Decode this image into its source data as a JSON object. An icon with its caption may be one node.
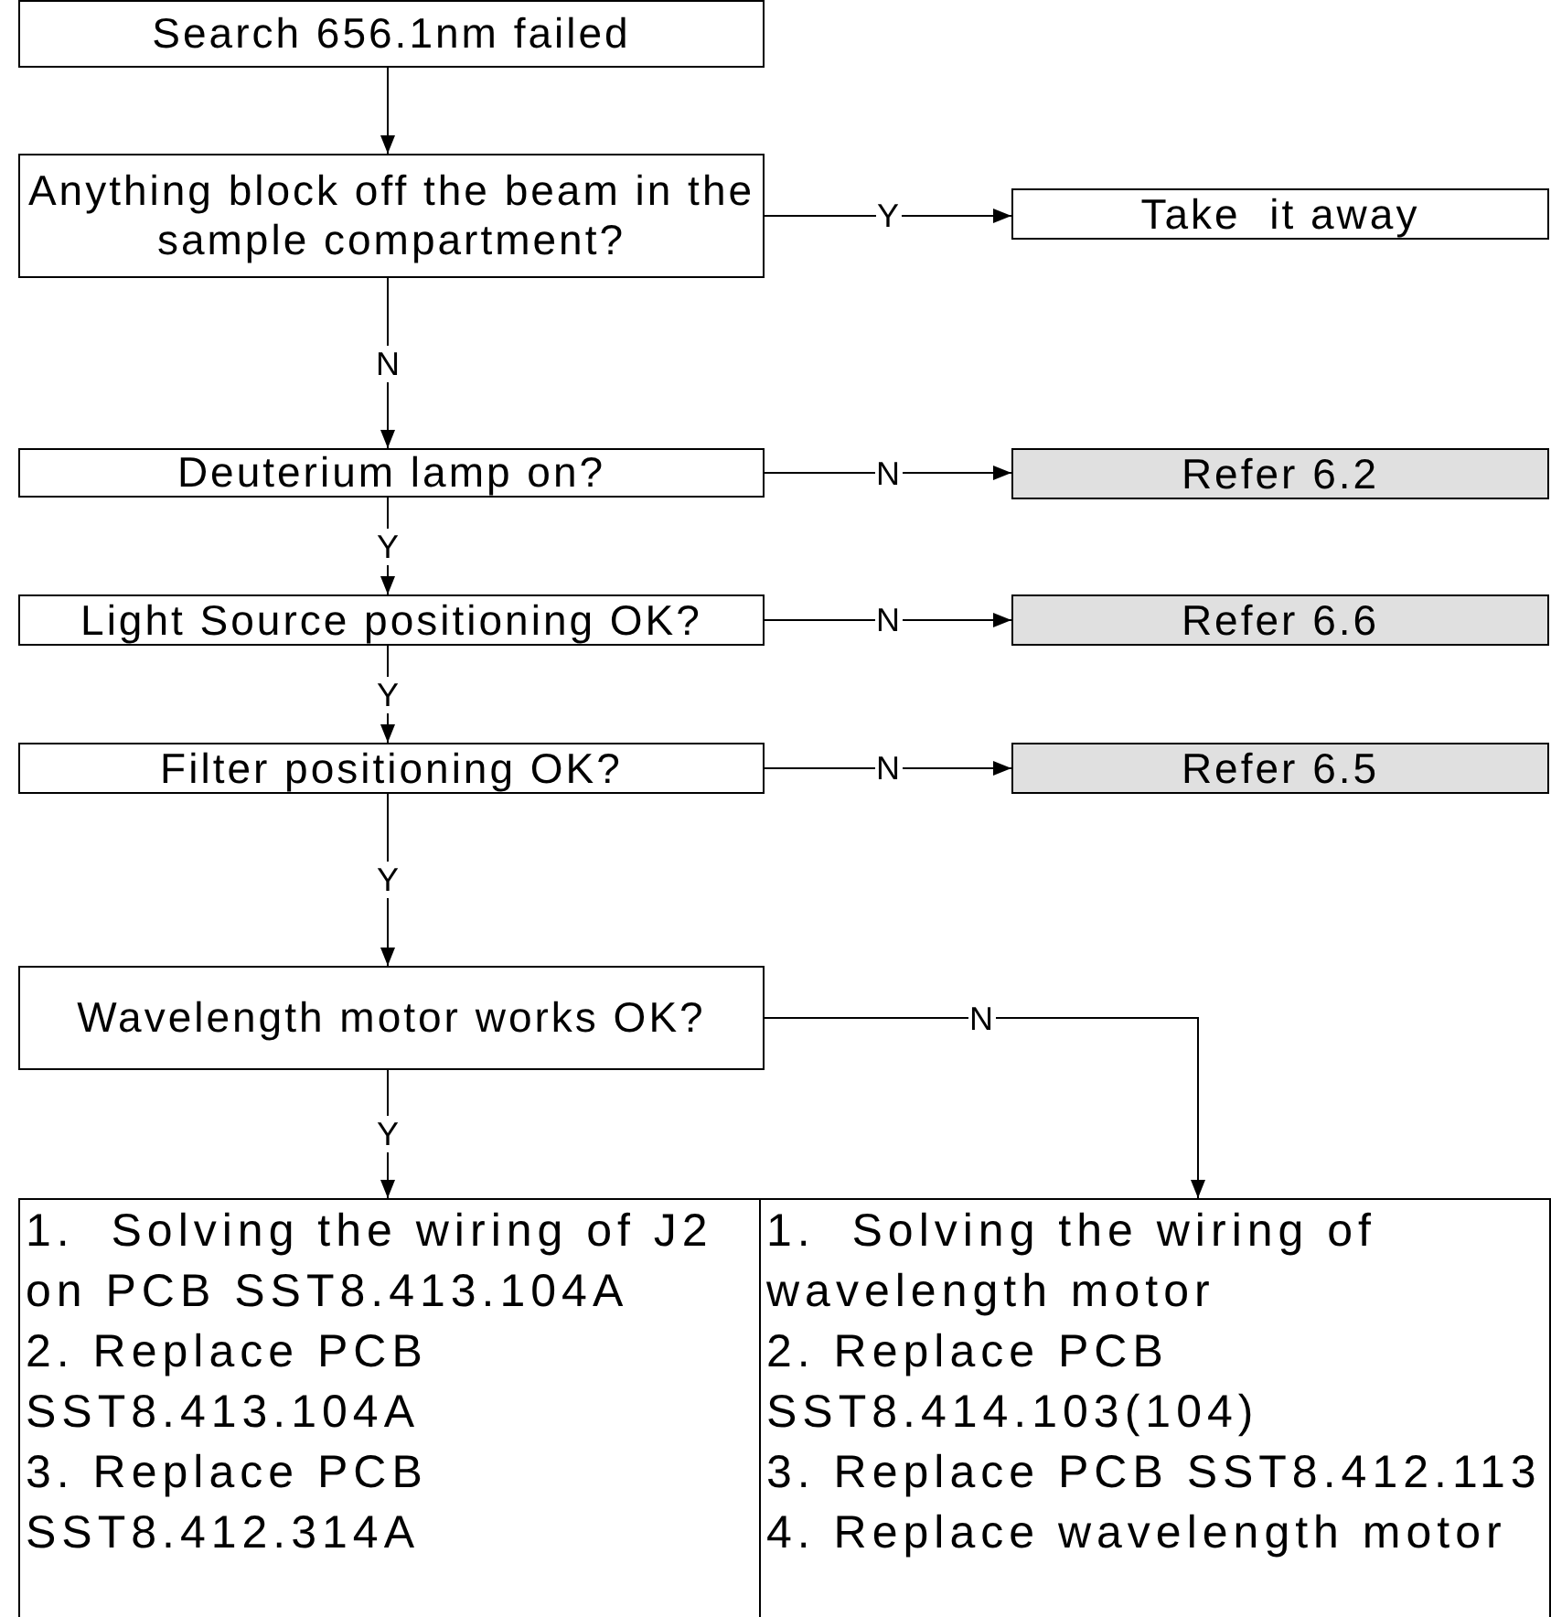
{
  "diagram": {
    "nodes": [
      {
        "text": [
          "Search 656.1nm failed"
        ]
      },
      {
        "text": [
          "Anything block off the beam in the sample compartment?"
        ]
      },
      {
        "text": [
          "Take  it away"
        ]
      },
      {
        "text": [
          "Deuterium lamp on?"
        ]
      },
      {
        "text": [
          "Refer 6.2"
        ]
      },
      {
        "text": [
          "Light Source positioning OK?"
        ]
      },
      {
        "text": [
          "Refer 6.6"
        ]
      },
      {
        "text": [
          "Filter positioning OK?"
        ]
      },
      {
        "text": [
          "Refer 6.5"
        ]
      },
      {
        "text": [
          "Wavelength motor works OK?"
        ]
      },
      {
        "text": [
          "1.  Solving the wiring of J2 on PCB SST8.413.104A",
          "2. Replace PCB SST8.413.104A",
          "3. Replace PCB SST8.412.314A"
        ]
      },
      {
        "text": [
          "1.  Solving the wiring of wavelength motor",
          "2. Replace PCB SST8.414.103(104)",
          "3. Replace PCB SST8.412.113",
          "4. Replace wavelength motor"
        ]
      }
    ],
    "edges": [
      {
        "from": 0,
        "to": 1,
        "arrow": "to"
      },
      {
        "from": 1,
        "to": 2,
        "arrow": "to",
        "label": "Y"
      },
      {
        "from": 1,
        "to": 3,
        "arrow": "to",
        "label": "N"
      },
      {
        "from": 3,
        "to": 4,
        "arrow": "to",
        "label": "N"
      },
      {
        "from": 3,
        "to": 5,
        "arrow": "to",
        "label": "Y"
      },
      {
        "from": 5,
        "to": 6,
        "arrow": "to",
        "label": "N"
      },
      {
        "from": 5,
        "to": 7,
        "arrow": "to",
        "label": "Y"
      },
      {
        "from": 7,
        "to": 8,
        "arrow": "to",
        "label": "N"
      },
      {
        "from": 7,
        "to": 9,
        "arrow": "to",
        "label": "Y"
      },
      {
        "from": 9,
        "to": 10,
        "arrow": "to",
        "label": "Y"
      },
      {
        "from": 9,
        "to": 11,
        "arrow": "to",
        "label": "N"
      }
    ]
  }
}
